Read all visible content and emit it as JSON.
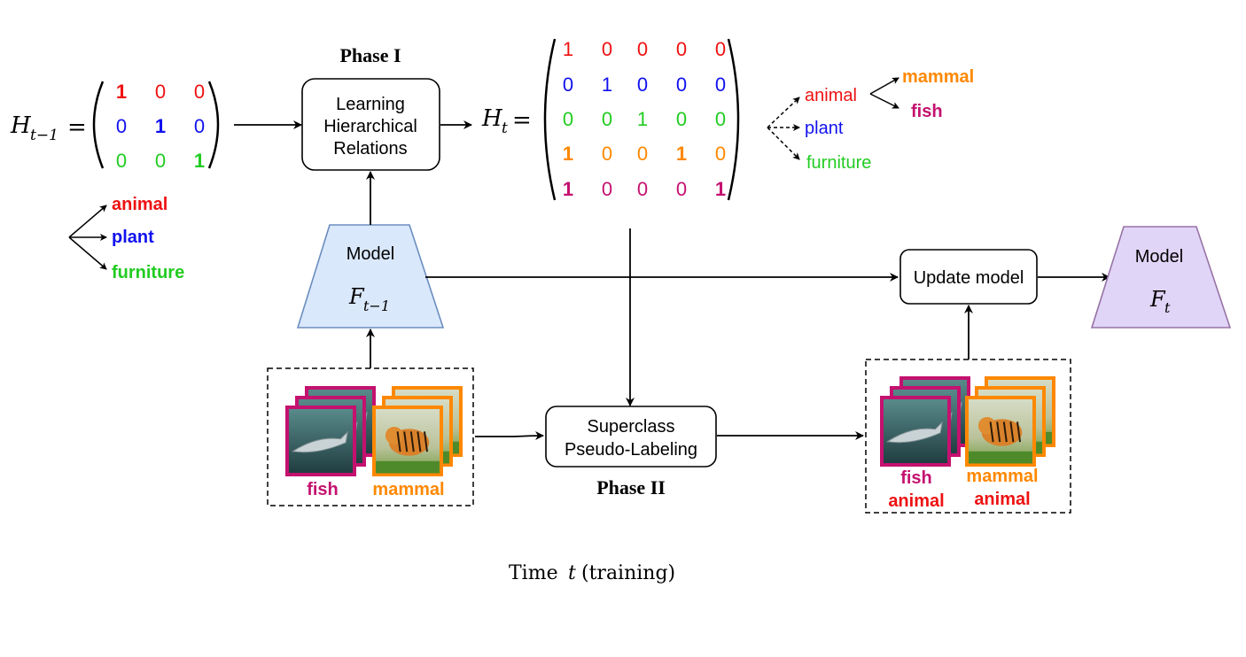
{
  "phase1": {
    "title": "Phase I"
  },
  "phase2": {
    "title": "Phase II"
  },
  "learning_box": {
    "line1": "Learning",
    "line2": "Hierarchical",
    "line3": "Relations"
  },
  "pseudo_box": {
    "line1": "Superclass",
    "line2": "Pseudo-Labeling"
  },
  "update_box": {
    "label": "Update model"
  },
  "model_old": {
    "label": "Model",
    "symbol": "F",
    "subscript": "t−1"
  },
  "model_new": {
    "label": "Model",
    "symbol": "F",
    "subscript": "t"
  },
  "matrix_old": {
    "lhs_symbol": "H",
    "lhs_subscript": "t−1",
    "rows": [
      [
        "1",
        "0",
        "0"
      ],
      [
        "0",
        "1",
        "0"
      ],
      [
        "0",
        "0",
        "1"
      ]
    ]
  },
  "matrix_new": {
    "lhs_symbol": "H",
    "lhs_subscript": "t",
    "rows": [
      [
        "1",
        "0",
        "0",
        "0",
        "0"
      ],
      [
        "0",
        "1",
        "0",
        "0",
        "0"
      ],
      [
        "0",
        "0",
        "1",
        "0",
        "0"
      ],
      [
        "1",
        "0",
        "0",
        "1",
        "0"
      ],
      [
        "1",
        "0",
        "0",
        "0",
        "1"
      ]
    ]
  },
  "tree_old": {
    "items": [
      "animal",
      "plant",
      "furniture"
    ]
  },
  "tree_new": {
    "root_items": [
      "animal",
      "plant",
      "furniture"
    ],
    "children": [
      "mammal",
      "fish"
    ]
  },
  "input_images": {
    "fish_label": "fish",
    "mammal_label": "mammal"
  },
  "output_images": {
    "fish_label": "fish",
    "fish_super": "animal",
    "mammal_label": "mammal",
    "mammal_super": "animal"
  },
  "caption": {
    "prefix": "Time",
    "var": "t",
    "suffix": "(training)"
  },
  "colors": {
    "red": "#ee1111",
    "blue": "#1111ee",
    "green": "#22cc22",
    "orange": "#ff8800",
    "magenta": "#c4116f",
    "model_old_fill": "#dae8fc",
    "model_old_stroke": "#6c8ebf",
    "model_new_fill": "#e1d5f7",
    "model_new_stroke": "#9673a6"
  }
}
